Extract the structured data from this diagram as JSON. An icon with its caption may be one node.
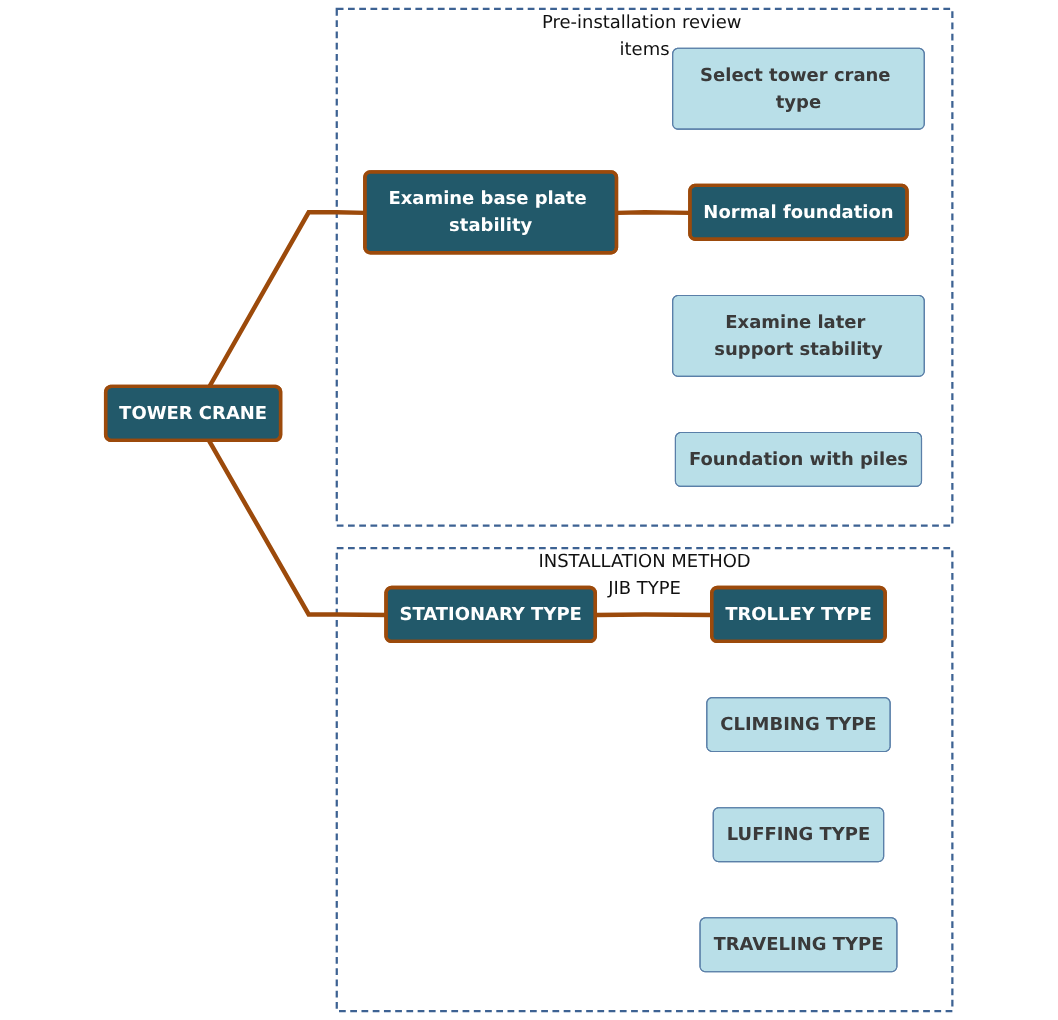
{
  "diagram": {
    "nodes": [
      {
        "text": [
          "TOWER CRANE"
        ]
      },
      {
        "text": [
          "INSTALLATION METHOD",
          "JIB TYPE"
        ]
      },
      {
        "text": [
          "STATIONARY TYPE"
        ],
        "in": 1
      },
      {
        "text": [
          "TROLLEY TYPE"
        ],
        "in": 1
      },
      {
        "text": [
          "CLIMBING TYPE"
        ],
        "in": 1
      },
      {
        "text": [
          "LUFFING TYPE"
        ],
        "in": 1
      },
      {
        "text": [
          "TRAVELING TYPE"
        ],
        "in": 1
      },
      {
        "text": [
          "Pre-installation review items"
        ]
      },
      {
        "text": [
          "Select tower crane type"
        ],
        "in": 7
      },
      {
        "text": [
          "Examine base plate stability"
        ],
        "in": 7
      },
      {
        "text": [
          "Normal foundation"
        ],
        "in": 7
      },
      {
        "text": [
          "Examine later support stability"
        ],
        "in": 7
      },
      {
        "text": [
          "Foundation with piles"
        ],
        "in": 7
      }
    ],
    "edges": [
      {
        "from": 0,
        "to": 2,
        "arrow": "none"
      },
      {
        "from": 2,
        "to": 3,
        "arrow": "none"
      },
      {
        "from": 0,
        "to": 9,
        "arrow": "none"
      },
      {
        "from": 9,
        "to": 10,
        "arrow": "none"
      }
    ]
  }
}
